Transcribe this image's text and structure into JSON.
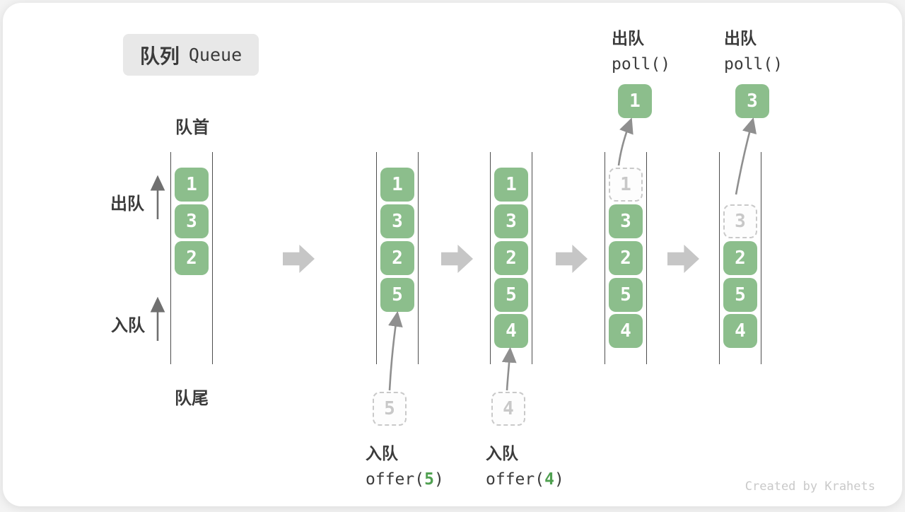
{
  "title": {
    "zh": "队列",
    "en": "Queue"
  },
  "labels": {
    "front": "队首",
    "rear": "队尾",
    "dequeue_side": "出队",
    "enqueue_side": "入队"
  },
  "colors": {
    "item_green": "#8cbe8c",
    "accent_green": "#4fa050",
    "ghost_gray": "#c9c9c9",
    "block_arrow_gray": "#c6c6c6",
    "text_dark": "#3b3b3b"
  },
  "columns": [
    {
      "cells": [
        "1",
        "3",
        "2"
      ]
    },
    {
      "cells": [
        "1",
        "3",
        "2",
        "5"
      ]
    },
    {
      "cells": [
        "1",
        "3",
        "2",
        "5",
        "4"
      ]
    },
    {
      "cells": [
        "1",
        "3",
        "2",
        "5",
        "4"
      ]
    },
    {
      "cells": [
        "3",
        "2",
        "5",
        "4"
      ]
    }
  ],
  "operations": {
    "enqueue_5": {
      "label": "入队",
      "code_pre": "offer(",
      "arg": "5",
      "code_post": ")",
      "staged_value": "5"
    },
    "enqueue_4": {
      "label": "入队",
      "code_pre": "offer(",
      "arg": "4",
      "code_post": ")",
      "staged_value": "4"
    },
    "poll_1": {
      "label": "出队",
      "code": "poll()",
      "result": "1"
    },
    "poll_3": {
      "label": "出队",
      "code": "poll()",
      "result": "3"
    }
  },
  "footer": {
    "credit": "Created by Krahets"
  }
}
